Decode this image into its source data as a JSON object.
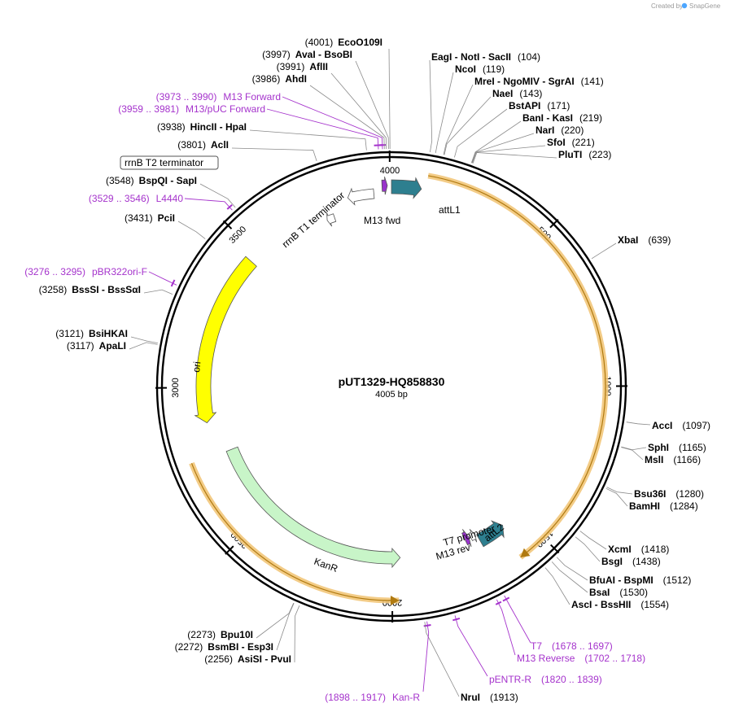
{
  "brand": {
    "created_by": "Created by",
    "name": "SnapGene",
    "logo_color": "#4da6ff"
  },
  "plasmid": {
    "name": "pUT1329-HQ858830",
    "length_label": "4005 bp",
    "length_bp": 4005
  },
  "ruler": [
    "500",
    "1000",
    "1500",
    "2000",
    "2500",
    "3000",
    "3500",
    "4000"
  ],
  "features": [
    {
      "id": "attL1",
      "label": "attL1",
      "start": 0,
      "end": 96,
      "strand": "+",
      "color": "#2e7f8f"
    },
    {
      "id": "attL2",
      "label": "attL2",
      "start": 1572,
      "end": 1670,
      "strand": "-",
      "color": "#2e7f8f"
    },
    {
      "id": "m13fwd",
      "label": "M13 fwd",
      "start": 3975,
      "end": 3992,
      "strand": "+",
      "color": "#9933cc"
    },
    {
      "id": "m13rev",
      "label": "M13 rev",
      "start": 1700,
      "end": 1717,
      "strand": "-",
      "color": "#9933cc"
    },
    {
      "id": "t7p",
      "label": "T7 promoter",
      "start": 1675,
      "end": 1694,
      "strand": "-",
      "color": "#ffffff"
    },
    {
      "id": "rrnbt1",
      "label": "rrnB T1 terminator",
      "start": 3860,
      "end": 3947,
      "strand": "-",
      "color": "#ffffff"
    },
    {
      "id": "rrnbt2",
      "label": "rrnB T2 terminator",
      "start": 3770,
      "end": 3798,
      "strand": "-",
      "color": "#ffffff"
    },
    {
      "id": "kanr",
      "label": "KanR",
      "start": 1970,
      "end": 2765,
      "strand": "-",
      "color": "#c8f5c8"
    },
    {
      "id": "ori",
      "label": "ori",
      "start": 2880,
      "end": 3468,
      "strand": "-",
      "color": "#ffff00"
    }
  ],
  "orfs": [
    {
      "start": 110,
      "end": 1590,
      "strand": "+",
      "color": "#f2c77a"
    },
    {
      "start": 1980,
      "end": 2770,
      "strand": "-",
      "color": "#f2c77a"
    }
  ],
  "primers": [
    {
      "start": 3973,
      "end": 3990
    },
    {
      "start": 3959,
      "end": 3981
    },
    {
      "start": 3529,
      "end": 3546
    },
    {
      "start": 3276,
      "end": 3295
    },
    {
      "start": 1678,
      "end": 1697
    },
    {
      "start": 1702,
      "end": 1718
    },
    {
      "start": 1820,
      "end": 1839
    },
    {
      "start": 1898,
      "end": 1917
    }
  ],
  "sites_left": [
    {
      "pos": "(4001)",
      "name": "EcoO109I",
      "bp": 4001
    },
    {
      "pos": "(3997)",
      "name": "AvaI  -  BsoBI",
      "bp": 3997
    },
    {
      "pos": "(3991)",
      "name": "AflII",
      "bp": 3991
    },
    {
      "pos": "(3986)",
      "name": "AhdI",
      "bp": 3986
    },
    {
      "pos": "(3938)",
      "name": "HincII  -  HpaI",
      "bp": 3938
    },
    {
      "pos": "(3801)",
      "name": "AclI",
      "bp": 3801
    },
    {
      "pos": "(3548)",
      "name": "BspQI  -  SapI",
      "bp": 3548
    },
    {
      "pos": "(3431)",
      "name": "PciI",
      "bp": 3431
    },
    {
      "pos": "(3258)",
      "name": "BssSI  -  BssSαI",
      "bp": 3258
    },
    {
      "pos": "(3121)",
      "name": "BsiHKAI",
      "bp": 3121
    },
    {
      "pos": "(3117)",
      "name": "ApaLI",
      "bp": 3117
    },
    {
      "pos": "(2273)",
      "name": "Bpu10I",
      "bp": 2273
    },
    {
      "pos": "(2272)",
      "name": "BsmBI  -  Esp3I",
      "bp": 2272
    },
    {
      "pos": "(2256)",
      "name": "AsiSI  -  PvuI",
      "bp": 2256
    }
  ],
  "sites_right": [
    {
      "name": "EagI  -  NotI  -  SacII",
      "pos": "(104)",
      "bp": 104
    },
    {
      "name": "NcoI",
      "pos": "(119)",
      "bp": 119
    },
    {
      "name": "MreI  -  NgoMIV  -  SgrAI",
      "pos": "(141)",
      "bp": 141
    },
    {
      "name": "NaeI",
      "pos": "(143)",
      "bp": 143
    },
    {
      "name": "BstAPI",
      "pos": "(171)",
      "bp": 171
    },
    {
      "name": "BanI  -  KasI",
      "pos": "(219)",
      "bp": 219
    },
    {
      "name": "NarI",
      "pos": "(220)",
      "bp": 220
    },
    {
      "name": "SfoI",
      "pos": "(221)",
      "bp": 221
    },
    {
      "name": "PluTI",
      "pos": "(223)",
      "bp": 223
    },
    {
      "name": "XbaI",
      "pos": "(639)",
      "bp": 639
    },
    {
      "name": "AccI",
      "pos": "(1097)",
      "bp": 1097
    },
    {
      "name": "SphI",
      "pos": "(1165)",
      "bp": 1165
    },
    {
      "name": "MslI",
      "pos": "(1166)",
      "bp": 1166
    },
    {
      "name": "Bsu36I",
      "pos": "(1280)",
      "bp": 1280
    },
    {
      "name": "BamHI",
      "pos": "(1284)",
      "bp": 1284
    },
    {
      "name": "XcmI",
      "pos": "(1418)",
      "bp": 1418
    },
    {
      "name": "BsgI",
      "pos": "(1438)",
      "bp": 1438
    },
    {
      "name": "BfuAI  -  BspMI",
      "pos": "(1512)",
      "bp": 1512
    },
    {
      "name": "BsaI",
      "pos": "(1530)",
      "bp": 1530
    },
    {
      "name": "AscI  -  BssHII",
      "pos": "(1554)",
      "bp": 1554
    },
    {
      "name": "NruI",
      "pos": "(1913)",
      "bp": 1913
    }
  ],
  "primer_labels_left": [
    {
      "pos": "(3973 .. 3990)",
      "name": "M13 Forward"
    },
    {
      "pos": "(3959 .. 3981)",
      "name": "M13/pUC Forward"
    },
    {
      "pos": "(3529 .. 3546)",
      "name": "L4440"
    },
    {
      "pos": "(3276 .. 3295)",
      "name": "pBR322ori-F"
    },
    {
      "pos": "(1898 .. 1917)",
      "name": "Kan-R"
    }
  ],
  "primer_labels_right": [
    {
      "name": "T7",
      "pos": "(1678 .. 1697)"
    },
    {
      "name": "M13 Reverse",
      "pos": "(1702 .. 1718)"
    },
    {
      "name": "pENTR-R",
      "pos": "(1820 .. 1839)"
    }
  ],
  "colors": {
    "primer": "#a533cc",
    "site_line": "#8a8a8a",
    "backbone": "#000000"
  }
}
